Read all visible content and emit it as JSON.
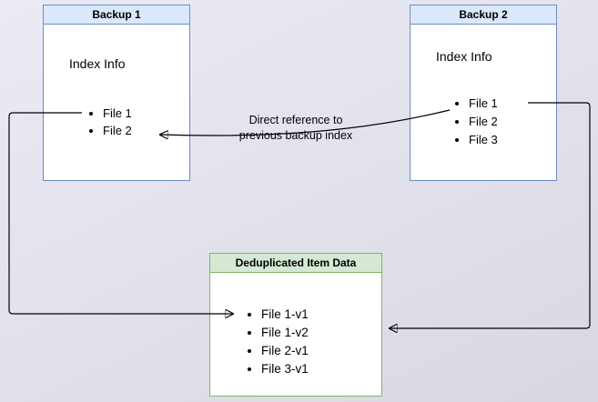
{
  "colors": {
    "bg_light": "#ecebf5",
    "bg_dark": "#d8d8e2",
    "blue_fill": "#dae8fc",
    "blue_border": "#6c8ebf",
    "green_fill": "#d5e8d4",
    "green_border": "#82b366",
    "arrow_color": "#000000"
  },
  "backup1": {
    "title": "Backup 1",
    "index_label": "Index Info",
    "files": [
      "File 1",
      "File 2"
    ]
  },
  "backup2": {
    "title": "Backup 2",
    "index_label": "Index Info",
    "files": [
      "File 1",
      "File 2",
      "File 3"
    ]
  },
  "dedup": {
    "title": "Deduplicated Item Data",
    "items": [
      "File 1-v1",
      "File 1-v2",
      "File 2-v1",
      "File 3-v1"
    ]
  },
  "annotation": {
    "line1": "Direct reference to",
    "line2": "previous backup index"
  }
}
